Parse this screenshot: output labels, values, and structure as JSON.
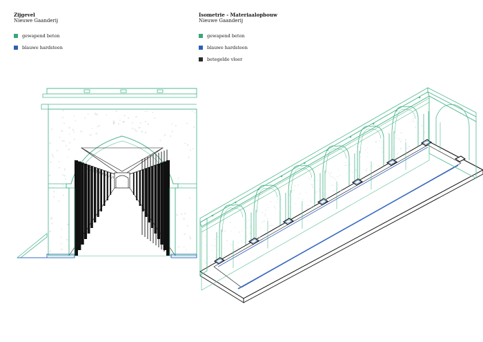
{
  "left_panel": {
    "title": "Zijgevel",
    "subtitle": "Nieuwe Gaanderij",
    "legend": [
      {
        "label": "gewapend beton",
        "color": "#3aa57a"
      },
      {
        "label": "blauwe hardsteen",
        "color": "#2b5fb8"
      }
    ]
  },
  "right_panel": {
    "title": "Isometrie - Materiaalopbouw",
    "subtitle": "Nieuwe Gaanderij",
    "legend": [
      {
        "label": "gewapend beton",
        "color": "#3aa57a"
      },
      {
        "label": "blauwe hardsteen",
        "color": "#2b5fb8"
      },
      {
        "label": "betegelde vloer",
        "color": "#2a2a2a"
      }
    ]
  },
  "colors": {
    "concrete_line": "#4fb88d",
    "stone_line": "#3a6cc4",
    "ink": "#111111"
  }
}
